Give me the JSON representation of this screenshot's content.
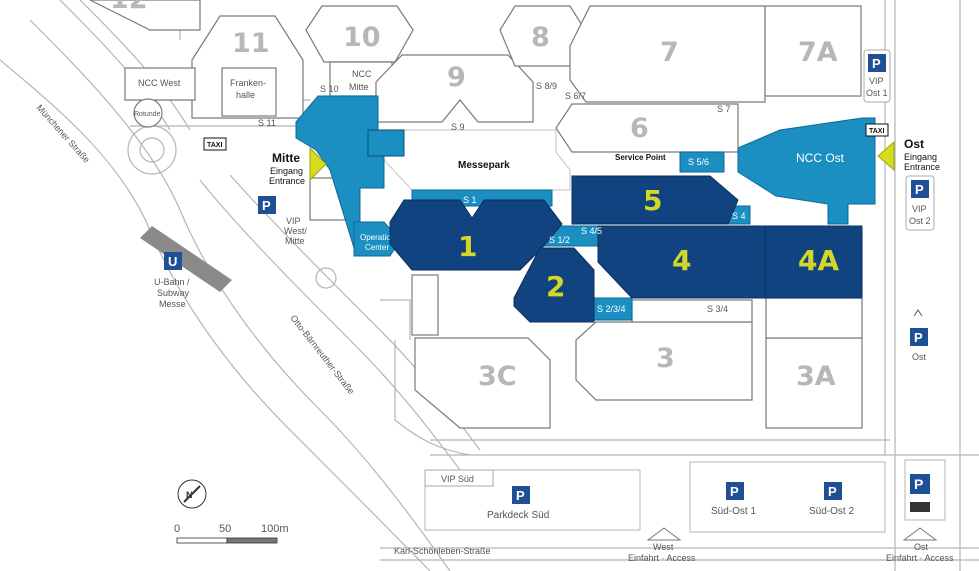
{
  "halls": {
    "h1": "1",
    "h2": "2",
    "h3": "3",
    "h3a": "3A",
    "h3c": "3C",
    "h4": "4",
    "h4a": "4A",
    "h5": "5",
    "h6": "6",
    "h7": "7",
    "h7a": "7A",
    "h8": "8",
    "h9": "9",
    "h10": "10",
    "h11": "11",
    "h12": "12"
  },
  "buildings": {
    "ncc_west": "NCC West",
    "frankenhalle_1": "Franken-",
    "frankenhalle_2": "halle",
    "ncc_mitte_1": "NCC",
    "ncc_mitte_2": "Mitte",
    "ncc_ost": "NCC Ost",
    "rotunde": "Rotunde",
    "messepark": "Messepark",
    "service_point": "Service Point",
    "operation_center_1": "Operation",
    "operation_center_2": "Center"
  },
  "passages": {
    "s1": "S 1",
    "s1_mitte_1": "S 1",
    "s1_mitte_2": "Mitte",
    "s10": "S 10",
    "s11": "S 11",
    "s89": "S 8/9",
    "s67": "S 6/7",
    "s9": "S 9",
    "s7": "S 7",
    "s56": "S 5/6",
    "s4": "S 4",
    "s45": "S 4/5",
    "s12": "S 1/2",
    "s234": "S 2/3/4",
    "s34": "S 3/4"
  },
  "entrances": {
    "mitte_title": "Mitte",
    "mitte_sub1": "Eingang",
    "mitte_sub2": "Entrance",
    "ost_title": "Ost",
    "ost_sub1": "Eingang",
    "ost_sub2": "Entrance"
  },
  "parking": {
    "p_symbol": "P",
    "vip_west_1": "VIP",
    "vip_west_2": "West/",
    "vip_west_3": "Mitte",
    "vip_ost1_1": "VIP",
    "vip_ost1_2": "Ost 1",
    "vip_ost2_1": "VIP",
    "vip_ost2_2": "Ost 2",
    "ost": "Ost",
    "vip_sued": "VIP Süd",
    "parkdeck_sued": "Parkdeck Süd",
    "sued_ost_1": "Süd-Ost 1",
    "sued_ost_2": "Süd-Ost 2"
  },
  "transit": {
    "u_symbol": "U",
    "ubahn_1": "U-Bahn /",
    "ubahn_2": "Subway",
    "ubahn_3": "Messe",
    "taxi": "TAXI"
  },
  "streets": {
    "muenchener": "Münchener Straße",
    "otto": "Otto-Bärnreuther-Straße",
    "karl": "Karl-Schönleben-Straße"
  },
  "access": {
    "west_1": "West",
    "west_2": "Einfahrt · Access",
    "ost_1": "Ost",
    "ost_2": "Einfahrt · Access"
  },
  "scale": {
    "s0": "0",
    "s50": "50",
    "s100": "100m",
    "north": "N"
  },
  "colors": {
    "dark_blue": "#10437f",
    "light_blue": "#1b8fc2",
    "hall_number_grey": "#b7b7b7",
    "hall_number_yellow": "#d6d62a",
    "entrance_arrow": "#d5db1f",
    "parking_blue": "#1f4f94"
  }
}
